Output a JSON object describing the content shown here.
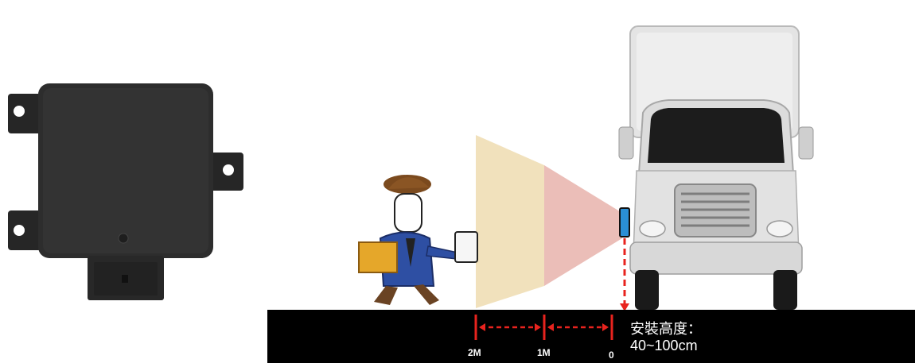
{
  "distance_marks": [
    "2M",
    "1M",
    "0"
  ],
  "install_height": {
    "label": "安裝高度：",
    "value": "40~100cm"
  },
  "colors": {
    "ground": "#000000",
    "zone_far": "#efdcb0",
    "zone_near": "#e9b7b0",
    "sensor": "#2a8fd6",
    "measure_line": "#e8231e",
    "device_body": "#2b2b2b"
  }
}
